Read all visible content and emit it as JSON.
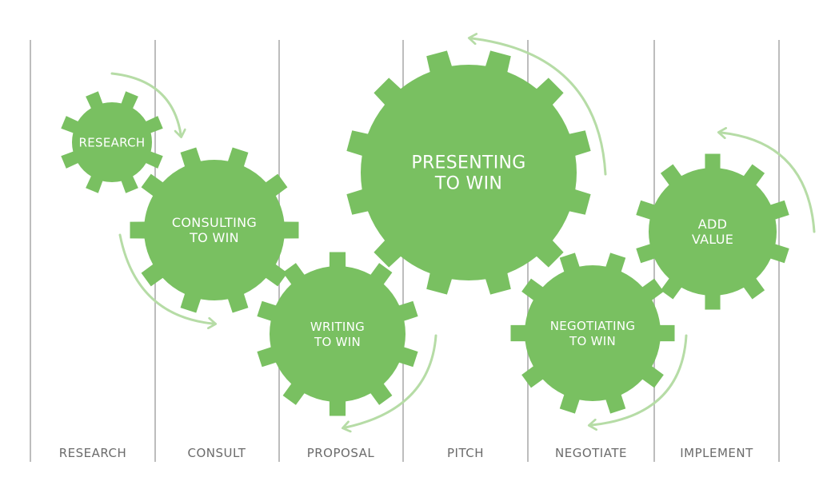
{
  "colors": {
    "gear": "#79c061",
    "arrow": "#b6dca6",
    "divider": "#bdbdbd",
    "stage_text": "#6b6b6b",
    "gear_text": "#ffffff"
  },
  "stages": [
    "RESEARCH",
    "CONSULT",
    "PROPOSAL",
    "PITCH",
    "NEGOTIATE",
    "IMPLEMENT"
  ],
  "gears": [
    {
      "id": "research",
      "lines": [
        "RESEARCH"
      ]
    },
    {
      "id": "consulting",
      "lines": [
        "CONSULTING",
        "TO WIN"
      ]
    },
    {
      "id": "writing",
      "lines": [
        "WRITING",
        "TO WIN"
      ]
    },
    {
      "id": "presenting",
      "lines": [
        "PRESENTING",
        "TO WIN"
      ]
    },
    {
      "id": "negotiating",
      "lines": [
        "NEGOTIATING",
        "TO WIN"
      ]
    },
    {
      "id": "add-value",
      "lines": [
        "ADD",
        "VALUE"
      ]
    }
  ]
}
